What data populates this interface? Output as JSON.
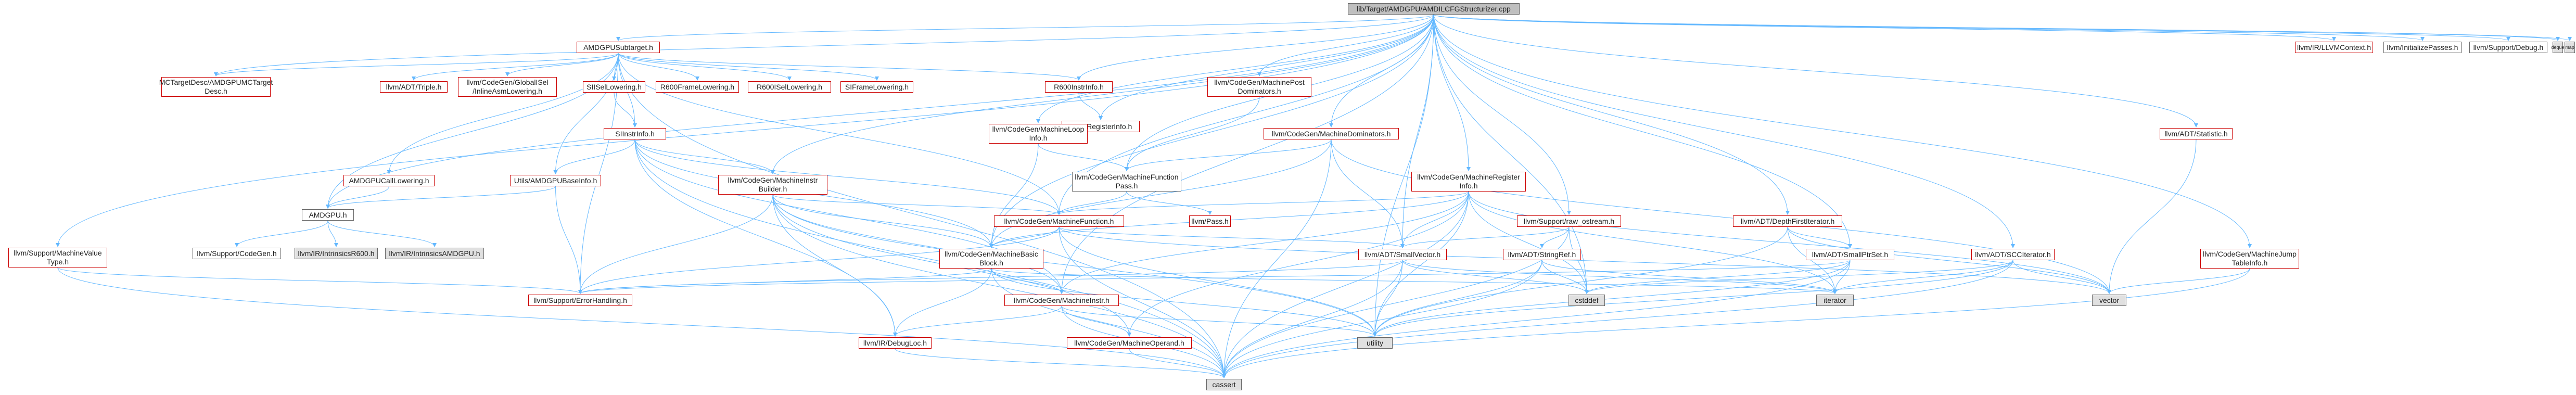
{
  "nodes": [
    {
      "id": "root",
      "label": "lib/Target/AMDGPU/AMDILCFGStructurizer.cpp",
      "kind": "root"
    },
    {
      "id": "subtarget",
      "label": "AMDGPUSubtarget.h",
      "kind": "red"
    },
    {
      "id": "mctarget",
      "label": "MCTargetDesc/AMDGPUMCTarget\nDesc.h",
      "kind": "red"
    },
    {
      "id": "triple",
      "label": "llvm/ADT/Triple.h",
      "kind": "red"
    },
    {
      "id": "gisel",
      "label": "llvm/CodeGen/GlobalISel\n/InlineAsmLowering.h",
      "kind": "red"
    },
    {
      "id": "siisellow",
      "label": "SIISelLowering.h",
      "kind": "red"
    },
    {
      "id": "r600frame",
      "label": "R600FrameLowering.h",
      "kind": "red"
    },
    {
      "id": "r600isel",
      "label": "R600ISelLowering.h",
      "kind": "red"
    },
    {
      "id": "siframe",
      "label": "SIFrameLowering.h",
      "kind": "red"
    },
    {
      "id": "r600instr",
      "label": "R600InstrInfo.h",
      "kind": "red"
    },
    {
      "id": "r600reg",
      "label": "R600RegisterInfo.h",
      "kind": "red"
    },
    {
      "id": "mpdom",
      "label": "llvm/CodeGen/MachinePost\nDominators.h",
      "kind": "red"
    },
    {
      "id": "mloop",
      "label": "llvm/CodeGen/MachineLoop\nInfo.h",
      "kind": "red"
    },
    {
      "id": "mdom",
      "label": "llvm/CodeGen/MachineDominators.h",
      "kind": "red"
    },
    {
      "id": "siinstr",
      "label": "SIInstrInfo.h",
      "kind": "red"
    },
    {
      "id": "calllow",
      "label": "AMDGPUCallLowering.h",
      "kind": "red"
    },
    {
      "id": "baseinfo",
      "label": "Utils/AMDGPUBaseInfo.h",
      "kind": "red"
    },
    {
      "id": "amdgpu",
      "label": "AMDGPU.h",
      "kind": "ok"
    },
    {
      "id": "codegen",
      "label": "llvm/Support/CodeGen.h",
      "kind": "ok"
    },
    {
      "id": "intr600",
      "label": "llvm/IR/IntrinsicsR600.h",
      "kind": "grey"
    },
    {
      "id": "intamd",
      "label": "llvm/IR/IntrinsicsAMDGPU.h",
      "kind": "grey"
    },
    {
      "id": "mibuilder",
      "label": "llvm/CodeGen/MachineInstr\nBuilder.h",
      "kind": "red"
    },
    {
      "id": "mfpass",
      "label": "llvm/CodeGen/MachineFunction\nPass.h",
      "kind": "ok"
    },
    {
      "id": "mfunc",
      "label": "llvm/CodeGen/MachineFunction.h",
      "kind": "red"
    },
    {
      "id": "pass",
      "label": "llvm/Pass.h",
      "kind": "red"
    },
    {
      "id": "mregi",
      "label": "llvm/CodeGen/MachineRegister\nInfo.h",
      "kind": "red"
    },
    {
      "id": "raw",
      "label": "llvm/Support/raw_ostream.h",
      "kind": "red"
    },
    {
      "id": "mbb",
      "label": "llvm/CodeGen/MachineBasic\nBlock.h",
      "kind": "red"
    },
    {
      "id": "smallvec",
      "label": "llvm/ADT/SmallVector.h",
      "kind": "red"
    },
    {
      "id": "stringref",
      "label": "llvm/ADT/StringRef.h",
      "kind": "red"
    },
    {
      "id": "errh",
      "label": "llvm/Support/ErrorHandling.h",
      "kind": "red"
    },
    {
      "id": "minstr",
      "label": "llvm/CodeGen/MachineInstr.h",
      "kind": "red"
    },
    {
      "id": "debugloc",
      "label": "llvm/IR/DebugLoc.h",
      "kind": "red"
    },
    {
      "id": "mop",
      "label": "llvm/CodeGen/MachineOperand.h",
      "kind": "red"
    },
    {
      "id": "cassert",
      "label": "cassert",
      "kind": "grey"
    },
    {
      "id": "utility",
      "label": "utility",
      "kind": "grey"
    },
    {
      "id": "cstddef",
      "label": "cstddef",
      "kind": "grey"
    },
    {
      "id": "iterator",
      "label": "iterator",
      "kind": "grey"
    },
    {
      "id": "vector",
      "label": "vector",
      "kind": "grey"
    },
    {
      "id": "dfi",
      "label": "llvm/ADT/DepthFirstIterator.h",
      "kind": "red"
    },
    {
      "id": "smallptr",
      "label": "llvm/ADT/SmallPtrSet.h",
      "kind": "red"
    },
    {
      "id": "scc",
      "label": "llvm/ADT/SCCIterator.h",
      "kind": "red"
    },
    {
      "id": "statistic",
      "label": "llvm/ADT/Statistic.h",
      "kind": "red"
    },
    {
      "id": "mjt",
      "label": "llvm/CodeGen/MachineJump\nTableInfo.h",
      "kind": "red"
    },
    {
      "id": "valtype",
      "label": "llvm/Support/MachineValue\nType.h",
      "kind": "red"
    },
    {
      "id": "llvmctx",
      "label": "llvm/IR/LLVMContext.h",
      "kind": "red"
    },
    {
      "id": "initpass",
      "label": "llvm/InitializePasses.h",
      "kind": "ok"
    },
    {
      "id": "debug",
      "label": "llvm/Support/Debug.h",
      "kind": "ok"
    },
    {
      "id": "deque",
      "label": "deque",
      "kind": "grey"
    },
    {
      "id": "map",
      "label": "map",
      "kind": "grey"
    }
  ],
  "edges": [
    [
      "root",
      "subtarget"
    ],
    [
      "root",
      "mctarget"
    ],
    [
      "root",
      "amdgpu"
    ],
    [
      "root",
      "r600instr"
    ],
    [
      "root",
      "r600reg"
    ],
    [
      "root",
      "mpdom"
    ],
    [
      "root",
      "mloop"
    ],
    [
      "root",
      "mdom"
    ],
    [
      "root",
      "mibuilder"
    ],
    [
      "root",
      "mfpass"
    ],
    [
      "root",
      "mfunc"
    ],
    [
      "root",
      "mregi"
    ],
    [
      "root",
      "raw"
    ],
    [
      "root",
      "mbb"
    ],
    [
      "root",
      "smallvec"
    ],
    [
      "root",
      "dfi"
    ],
    [
      "root",
      "smallptr"
    ],
    [
      "root",
      "scc"
    ],
    [
      "root",
      "statistic"
    ],
    [
      "root",
      "mjt"
    ],
    [
      "root",
      "valtype"
    ],
    [
      "root",
      "llvmctx"
    ],
    [
      "root",
      "initpass"
    ],
    [
      "root",
      "debug"
    ],
    [
      "root",
      "deque"
    ],
    [
      "root",
      "map"
    ],
    [
      "root",
      "minstr"
    ],
    [
      "root",
      "utility"
    ],
    [
      "root",
      "cstddef"
    ],
    [
      "subtarget",
      "mctarget"
    ],
    [
      "subtarget",
      "triple"
    ],
    [
      "subtarget",
      "gisel"
    ],
    [
      "subtarget",
      "siisellow"
    ],
    [
      "subtarget",
      "r600frame"
    ],
    [
      "subtarget",
      "r600isel"
    ],
    [
      "subtarget",
      "siframe"
    ],
    [
      "subtarget",
      "r600instr"
    ],
    [
      "subtarget",
      "calllow"
    ],
    [
      "subtarget",
      "baseinfo"
    ],
    [
      "subtarget",
      "amdgpu"
    ],
    [
      "subtarget",
      "siinstr"
    ],
    [
      "subtarget",
      "mfunc"
    ],
    [
      "subtarget",
      "cassert"
    ],
    [
      "subtarget",
      "errh"
    ],
    [
      "siisellow",
      "siinstr"
    ],
    [
      "r600instr",
      "r600reg"
    ],
    [
      "siinstr",
      "mibuilder"
    ],
    [
      "siinstr",
      "baseinfo"
    ],
    [
      "siinstr",
      "mbb"
    ],
    [
      "siinstr",
      "mfunc"
    ],
    [
      "siinstr",
      "minstr"
    ],
    [
      "siinstr",
      "cassert"
    ],
    [
      "siinstr",
      "debugloc"
    ],
    [
      "calllow",
      "amdgpu"
    ],
    [
      "baseinfo",
      "amdgpu"
    ],
    [
      "baseinfo",
      "errh"
    ],
    [
      "amdgpu",
      "codegen"
    ],
    [
      "amdgpu",
      "intr600"
    ],
    [
      "amdgpu",
      "intamd"
    ],
    [
      "mpdom",
      "mfpass"
    ],
    [
      "mloop",
      "mfpass"
    ],
    [
      "mloop",
      "mbb"
    ],
    [
      "mdom",
      "mfpass"
    ],
    [
      "mdom",
      "mbb"
    ],
    [
      "mdom",
      "smallvec"
    ],
    [
      "mdom",
      "cassert"
    ],
    [
      "mdom",
      "vector"
    ],
    [
      "mfpass",
      "mfunc"
    ],
    [
      "mfpass",
      "pass"
    ],
    [
      "mibuilder",
      "mfunc"
    ],
    [
      "mibuilder",
      "mbb"
    ],
    [
      "mibuilder",
      "minstr"
    ],
    [
      "mibuilder",
      "mop"
    ],
    [
      "mibuilder",
      "debugloc"
    ],
    [
      "mibuilder",
      "errh"
    ],
    [
      "mibuilder",
      "cassert"
    ],
    [
      "mibuilder",
      "utility"
    ],
    [
      "mfunc",
      "mbb"
    ],
    [
      "mfunc",
      "smallvec"
    ],
    [
      "mfunc",
      "cassert"
    ],
    [
      "mfunc",
      "utility"
    ],
    [
      "mfunc",
      "vector"
    ],
    [
      "mfunc",
      "errh"
    ],
    [
      "mregi",
      "mfunc"
    ],
    [
      "mregi",
      "mbb"
    ],
    [
      "mregi",
      "minstr"
    ],
    [
      "mregi",
      "mop"
    ],
    [
      "mregi",
      "smallvec"
    ],
    [
      "mregi",
      "cassert"
    ],
    [
      "mregi",
      "cstddef"
    ],
    [
      "mregi",
      "iterator"
    ],
    [
      "mregi",
      "utility"
    ],
    [
      "mregi",
      "vector"
    ],
    [
      "raw",
      "stringref"
    ],
    [
      "raw",
      "cassert"
    ],
    [
      "raw",
      "cstddef"
    ],
    [
      "raw",
      "smallvec"
    ],
    [
      "mbb",
      "minstr"
    ],
    [
      "mbb",
      "errh"
    ],
    [
      "mbb",
      "debugloc"
    ],
    [
      "mbb",
      "cassert"
    ],
    [
      "mbb",
      "iterator"
    ],
    [
      "mbb",
      "utility"
    ],
    [
      "smallvec",
      "errh"
    ],
    [
      "smallvec",
      "cassert"
    ],
    [
      "smallvec",
      "cstddef"
    ],
    [
      "smallvec",
      "iterator"
    ],
    [
      "smallvec",
      "utility"
    ],
    [
      "stringref",
      "cassert"
    ],
    [
      "stringref",
      "cstddef"
    ],
    [
      "stringref",
      "iterator"
    ],
    [
      "stringref",
      "utility"
    ],
    [
      "minstr",
      "mop"
    ],
    [
      "minstr",
      "debugloc"
    ],
    [
      "minstr",
      "utility"
    ],
    [
      "minstr",
      "cassert"
    ],
    [
      "mop",
      "cassert"
    ],
    [
      "debugloc",
      "cassert"
    ],
    [
      "dfi",
      "smallptr"
    ],
    [
      "dfi",
      "iterator"
    ],
    [
      "dfi",
      "utility"
    ],
    [
      "dfi",
      "vector"
    ],
    [
      "smallptr",
      "errh"
    ],
    [
      "smallptr",
      "cassert"
    ],
    [
      "smallptr",
      "cstddef"
    ],
    [
      "smallptr",
      "iterator"
    ],
    [
      "smallptr",
      "utility"
    ],
    [
      "scc",
      "cassert"
    ],
    [
      "scc",
      "cstddef"
    ],
    [
      "scc",
      "iterator"
    ],
    [
      "scc",
      "utility"
    ],
    [
      "scc",
      "vector"
    ],
    [
      "statistic",
      "vector"
    ],
    [
      "mjt",
      "cassert"
    ],
    [
      "mjt",
      "vector"
    ],
    [
      "valtype",
      "cassert"
    ],
    [
      "valtype",
      "errh"
    ]
  ]
}
